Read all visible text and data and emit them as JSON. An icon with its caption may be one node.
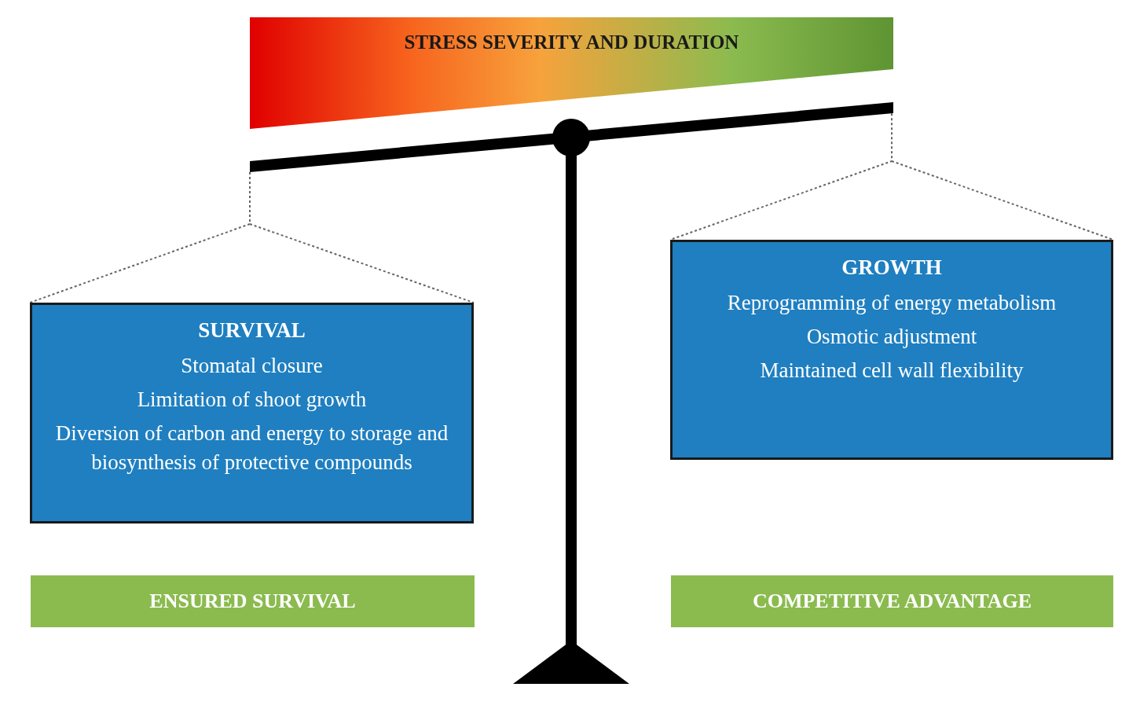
{
  "diagram": {
    "nodes": [
      {
        "text": [
          "STRESS SEVERITY AND DURATION"
        ]
      },
      {
        "text": [],
        "shape": "bar"
      },
      {
        "text": [
          "SURVIVAL",
          "Stomatal closure",
          "Limitation of shoot growth",
          "Diversion of carbon and energy to storage and biosynthesis of protective compounds"
        ]
      },
      {
        "text": [
          "GROWTH",
          "Reprogramming of energy metabolism",
          "Osmotic adjustment",
          "Maintained cell wall flexibility"
        ]
      },
      {
        "text": [
          "ENSURED SURVIVAL"
        ]
      },
      {
        "text": [
          "COMPETITIVE ADVANTAGE"
        ]
      }
    ],
    "edges": [
      {
        "from": 1,
        "to": 2,
        "arrow": "none",
        "style": "dashed"
      },
      {
        "from": 1,
        "to": 3,
        "arrow": "none",
        "style": "dashed"
      }
    ]
  }
}
